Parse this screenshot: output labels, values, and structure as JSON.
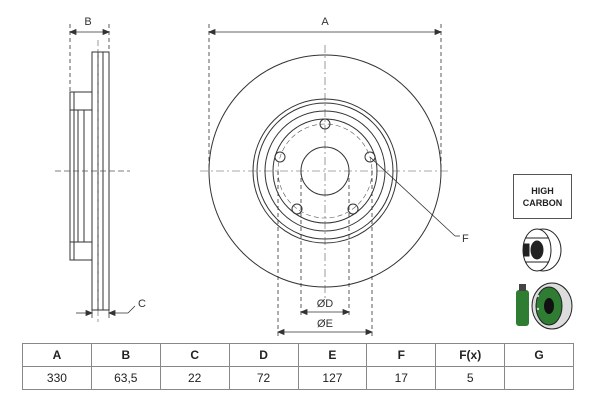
{
  "diagram": {
    "labels": {
      "A": "A",
      "B": "B",
      "C": "C",
      "F": "F",
      "D": "ØD",
      "E": "ØE"
    },
    "badge": {
      "line1": "HIGH",
      "line2": "CARBON"
    }
  },
  "table": {
    "headers": [
      "A",
      "B",
      "C",
      "D",
      "E",
      "F",
      "F(x)",
      "G"
    ],
    "values": [
      "330",
      "63,5",
      "22",
      "72",
      "127",
      "17",
      "5",
      ""
    ]
  },
  "colors": {
    "line": "#333333",
    "dash": "#555555",
    "icon_green": "#2e7d32"
  }
}
